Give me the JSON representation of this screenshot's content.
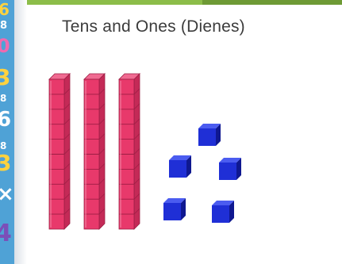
{
  "title": "Tens and Ones (Dienes)",
  "diagram": {
    "tens_rods": 3,
    "cubes_per_rod": 10,
    "ones_cubes": 5,
    "rod_color": "#e8396b",
    "rod_edge_color": "#9c1e44",
    "cube_color": "#1f2fd6",
    "cube_top_color": "#4b5cf0",
    "cube_side_color": "#0f1890"
  },
  "decor": {
    "strip_color": "#4fa2d6",
    "accent_color": "#8cbd49"
  }
}
